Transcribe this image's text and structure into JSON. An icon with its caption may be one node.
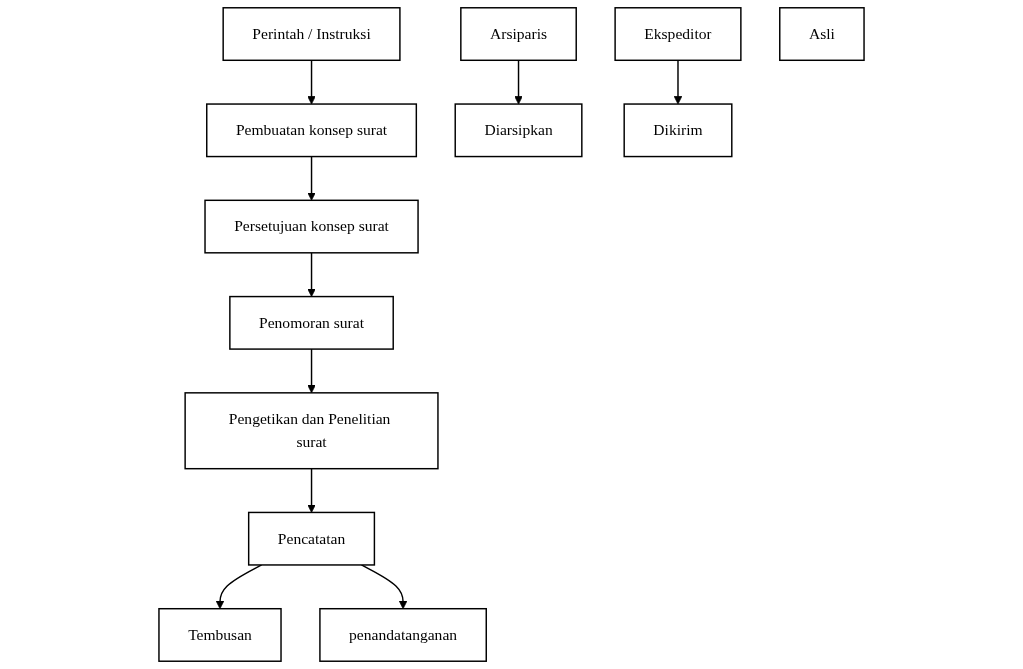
{
  "diagram": {
    "nodes": [
      {
        "text": [
          "Perintah / Instruksi"
        ]
      },
      {
        "text": [
          "Pembuatan konsep surat"
        ]
      },
      {
        "text": [
          "Persetujuan konsep surat"
        ]
      },
      {
        "text": [
          "Penomoran surat"
        ]
      },
      {
        "text": [
          "Pencatatan"
        ]
      },
      {
        "text": [
          "Pengetikan dan Penelitian surat"
        ]
      },
      {
        "text": [
          "Tembusan"
        ]
      },
      {
        "text": [
          "penandatanganan"
        ]
      },
      {
        "text": [
          "Arsiparis"
        ]
      },
      {
        "text": [
          "Ekspeditor"
        ]
      },
      {
        "text": [
          "Diarsipkan"
        ]
      },
      {
        "text": [
          "Dikirim"
        ]
      },
      {
        "text": [
          "Asli"
        ]
      }
    ],
    "edges": [
      {
        "from": 0,
        "to": 1,
        "arrow": "to"
      },
      {
        "from": 1,
        "to": 2,
        "arrow": "to"
      },
      {
        "from": 2,
        "to": 3,
        "arrow": "to"
      },
      {
        "from": 3,
        "to": 5,
        "arrow": "to"
      },
      {
        "from": 5,
        "to": 4,
        "arrow": "to"
      },
      {
        "from": 4,
        "to": 6,
        "arrow": "to"
      },
      {
        "from": 4,
        "to": 7,
        "arrow": "to"
      },
      {
        "from": 8,
        "to": 10,
        "arrow": "to"
      },
      {
        "from": 9,
        "to": 11,
        "arrow": "to"
      }
    ]
  }
}
